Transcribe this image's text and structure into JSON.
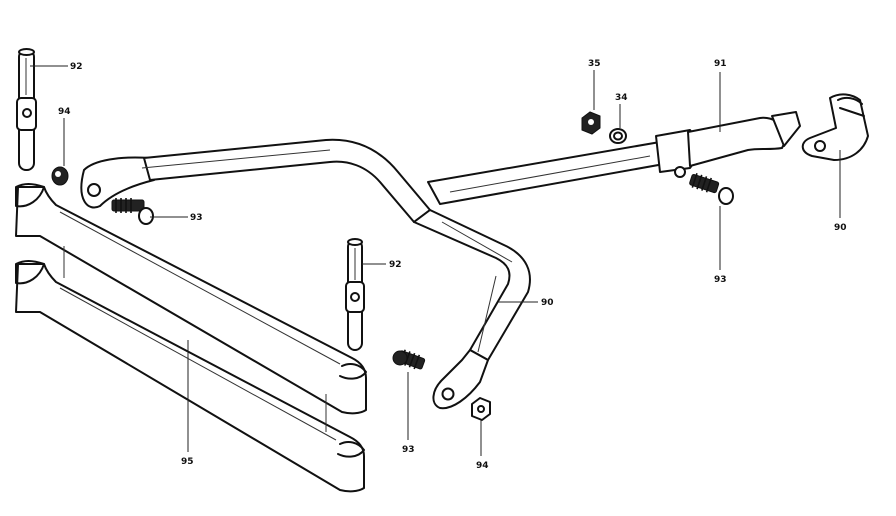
{
  "callouts": {
    "rod_pin_upper": "92",
    "rod_pin_middle": "92",
    "nut_upper_left": "94",
    "nut_lower": "94",
    "bolt_left": "93",
    "bolt_lower": "93",
    "bolt_right": "93",
    "straps": "95",
    "nut_top": "35",
    "washer_top": "34",
    "tube_rod": "91",
    "bracket": "90",
    "frame": "90"
  }
}
